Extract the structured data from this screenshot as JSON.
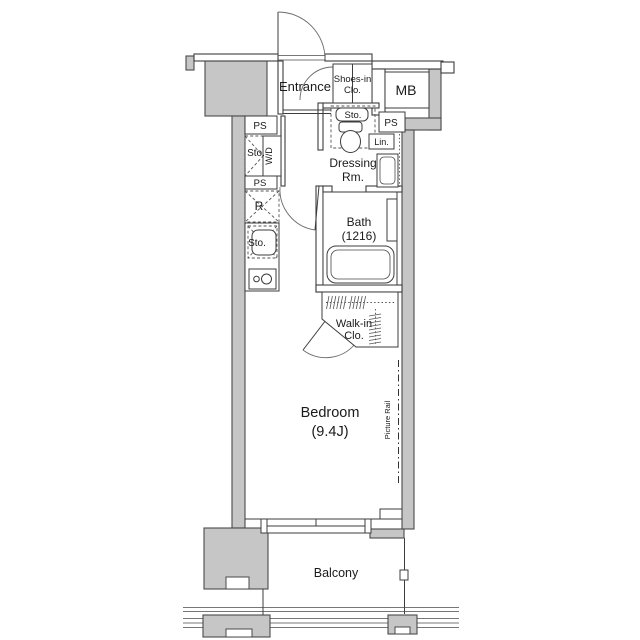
{
  "plan_title": "One-room apartment floor plan",
  "colors": {
    "background": "#ffffff",
    "concrete_wall_fill": "#c6c6c6",
    "line": "#3d3d3d",
    "text": "#1a1a1a"
  },
  "labels": {
    "entrance": "Entrance",
    "shoes_closet_line1": "Shoes-in",
    "shoes_closet_line2": "Clo.",
    "meter_box": "MB",
    "ps_top_left": "PS",
    "storage_left": "Sto.",
    "washer_dryer": "W/D",
    "ps_mid_left": "PS",
    "refrigerator": "R",
    "storage_kitchen": "Sto.",
    "storage_toilet": "Sto.",
    "ps_right": "PS",
    "linen": "Lin.",
    "dressing_line1": "Dressing",
    "dressing_line2": "Rm.",
    "bath_line1": "Bath",
    "bath_line2": "(1216)",
    "walkin_line1": "Walk-in",
    "walkin_line2": "Clo.",
    "bedroom_line1": "Bedroom",
    "bedroom_line2": "(9.4J)",
    "picture_rail": "Picture Rail",
    "balcony": "Balcony"
  }
}
